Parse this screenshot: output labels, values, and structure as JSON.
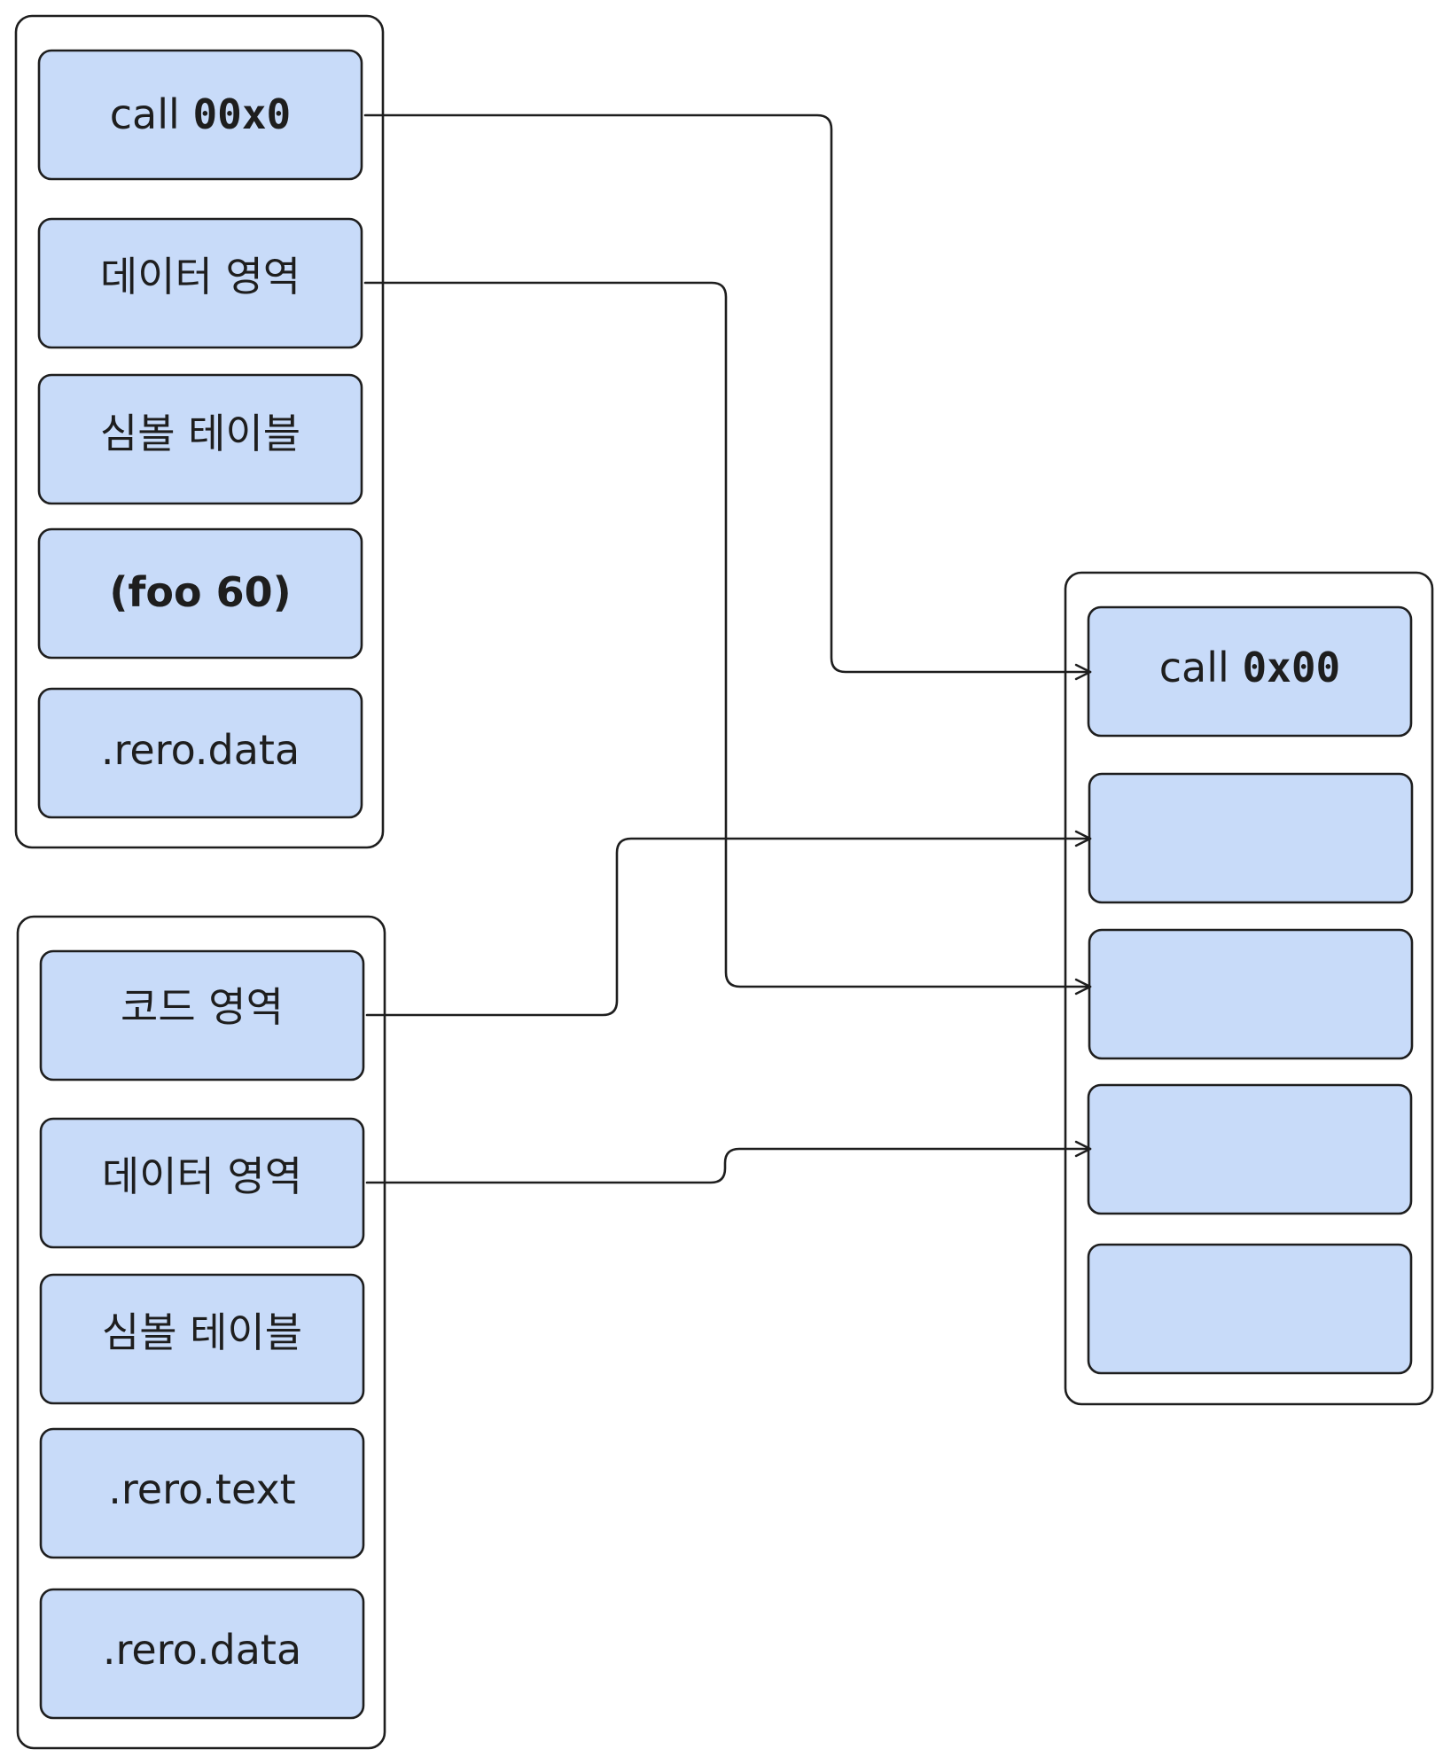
{
  "object_file_1": {
    "cells": [
      {
        "prefix": "call ",
        "code": "00x0"
      },
      {
        "text": "데이터 영역"
      },
      {
        "text": "심볼 테이블"
      },
      {
        "text": "(foo 60)"
      },
      {
        "text": ".rero.data"
      }
    ]
  },
  "object_file_2": {
    "cells": [
      {
        "text": "코드 영역"
      },
      {
        "text": "데이터 영역"
      },
      {
        "text": "심볼 테이블"
      },
      {
        "text": ".rero.text"
      },
      {
        "text": ".rero.data"
      }
    ]
  },
  "executable": {
    "cells": [
      {
        "prefix": "call ",
        "code": "0x00"
      },
      {
        "text": ""
      },
      {
        "text": ""
      },
      {
        "text": ""
      },
      {
        "text": ""
      }
    ]
  }
}
